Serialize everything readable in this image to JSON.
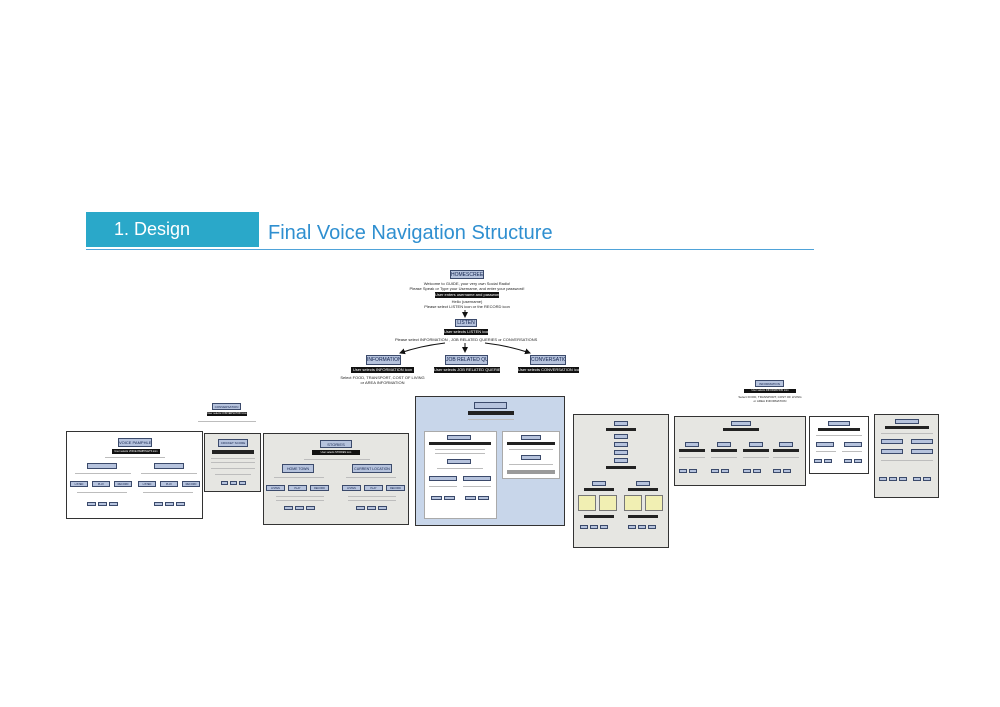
{
  "header": {
    "section_label": "1. Design",
    "title": "Final Voice Navigation Structure"
  },
  "tree": {
    "homescreen": {
      "label": "HOMESCREEN",
      "note_1": "Welcome to GUIDE, your very own Social Radio!",
      "note_2": "Please Speak or Type your Username, and enter your password!",
      "action": "User enters username and password",
      "note_3": "Hello (username)",
      "note_4": "Please select LISTEN icon or the RECORD icon"
    },
    "listen": {
      "label": "LISTEN",
      "action": "User selects LISTEN icon",
      "note": "Please select INFORMATION , JOB RELATED QUERIES or CONVERSATIONS"
    },
    "branches": [
      {
        "label": "INFORMATION",
        "action": "User selects INFORMATION icon"
      },
      {
        "label": "JOB RELATED QUERIES",
        "action": "User selects JOB RELATED QUERIES icon"
      },
      {
        "label": "CONVERSATION",
        "action": "User selects CONVERSATION icon"
      }
    ],
    "information_note_1": "Select FOOD, TRANSPORT, COST OF LIVING",
    "information_note_2": "or AREA INFORMATION"
  },
  "lower": {
    "conversation": {
      "label": "CONVERSATION",
      "action": "User selects CONVERSATION icon"
    },
    "voice_pamphlets": {
      "label": "VOICE PAMPHLETS",
      "action": "User selects VOICE PAMPHLETS icon"
    },
    "cricket_score": {
      "label": "CRICKET SCORE"
    },
    "stories": {
      "label": "STORIES",
      "action": "User selects STORIES icon"
    },
    "home_town": {
      "label": "HOME TOWN"
    },
    "current_location": {
      "label": "CURRENT LOCATION"
    },
    "listen_play_record": [
      "LISTEN",
      "PLAY",
      "RECORD"
    ],
    "information": {
      "label": "INFORMATION",
      "action": "User selects INFORMATION icon",
      "note_1": "Select FOOD, TRANSPORT, COST OF LIVING",
      "note_2": "or AREA INFORMATION"
    }
  }
}
